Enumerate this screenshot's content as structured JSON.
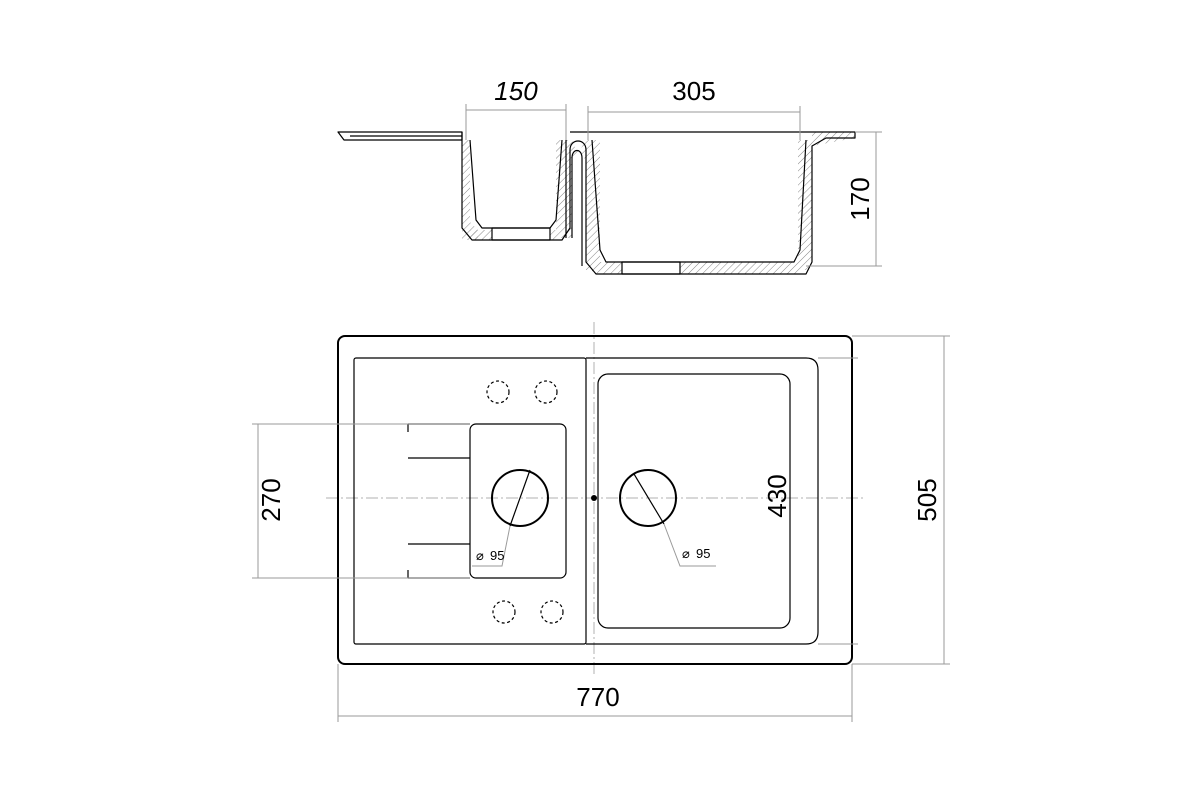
{
  "side_view": {
    "small_bowl_width": "150",
    "large_bowl_width": "305",
    "depth": "170"
  },
  "top_view": {
    "total_width": "770",
    "total_depth": "505",
    "small_bowl_depth": "270",
    "large_bowl_depth": "430",
    "small_drain_diameter": "95",
    "large_drain_diameter": "95",
    "diameter_symbol": "⌀"
  }
}
